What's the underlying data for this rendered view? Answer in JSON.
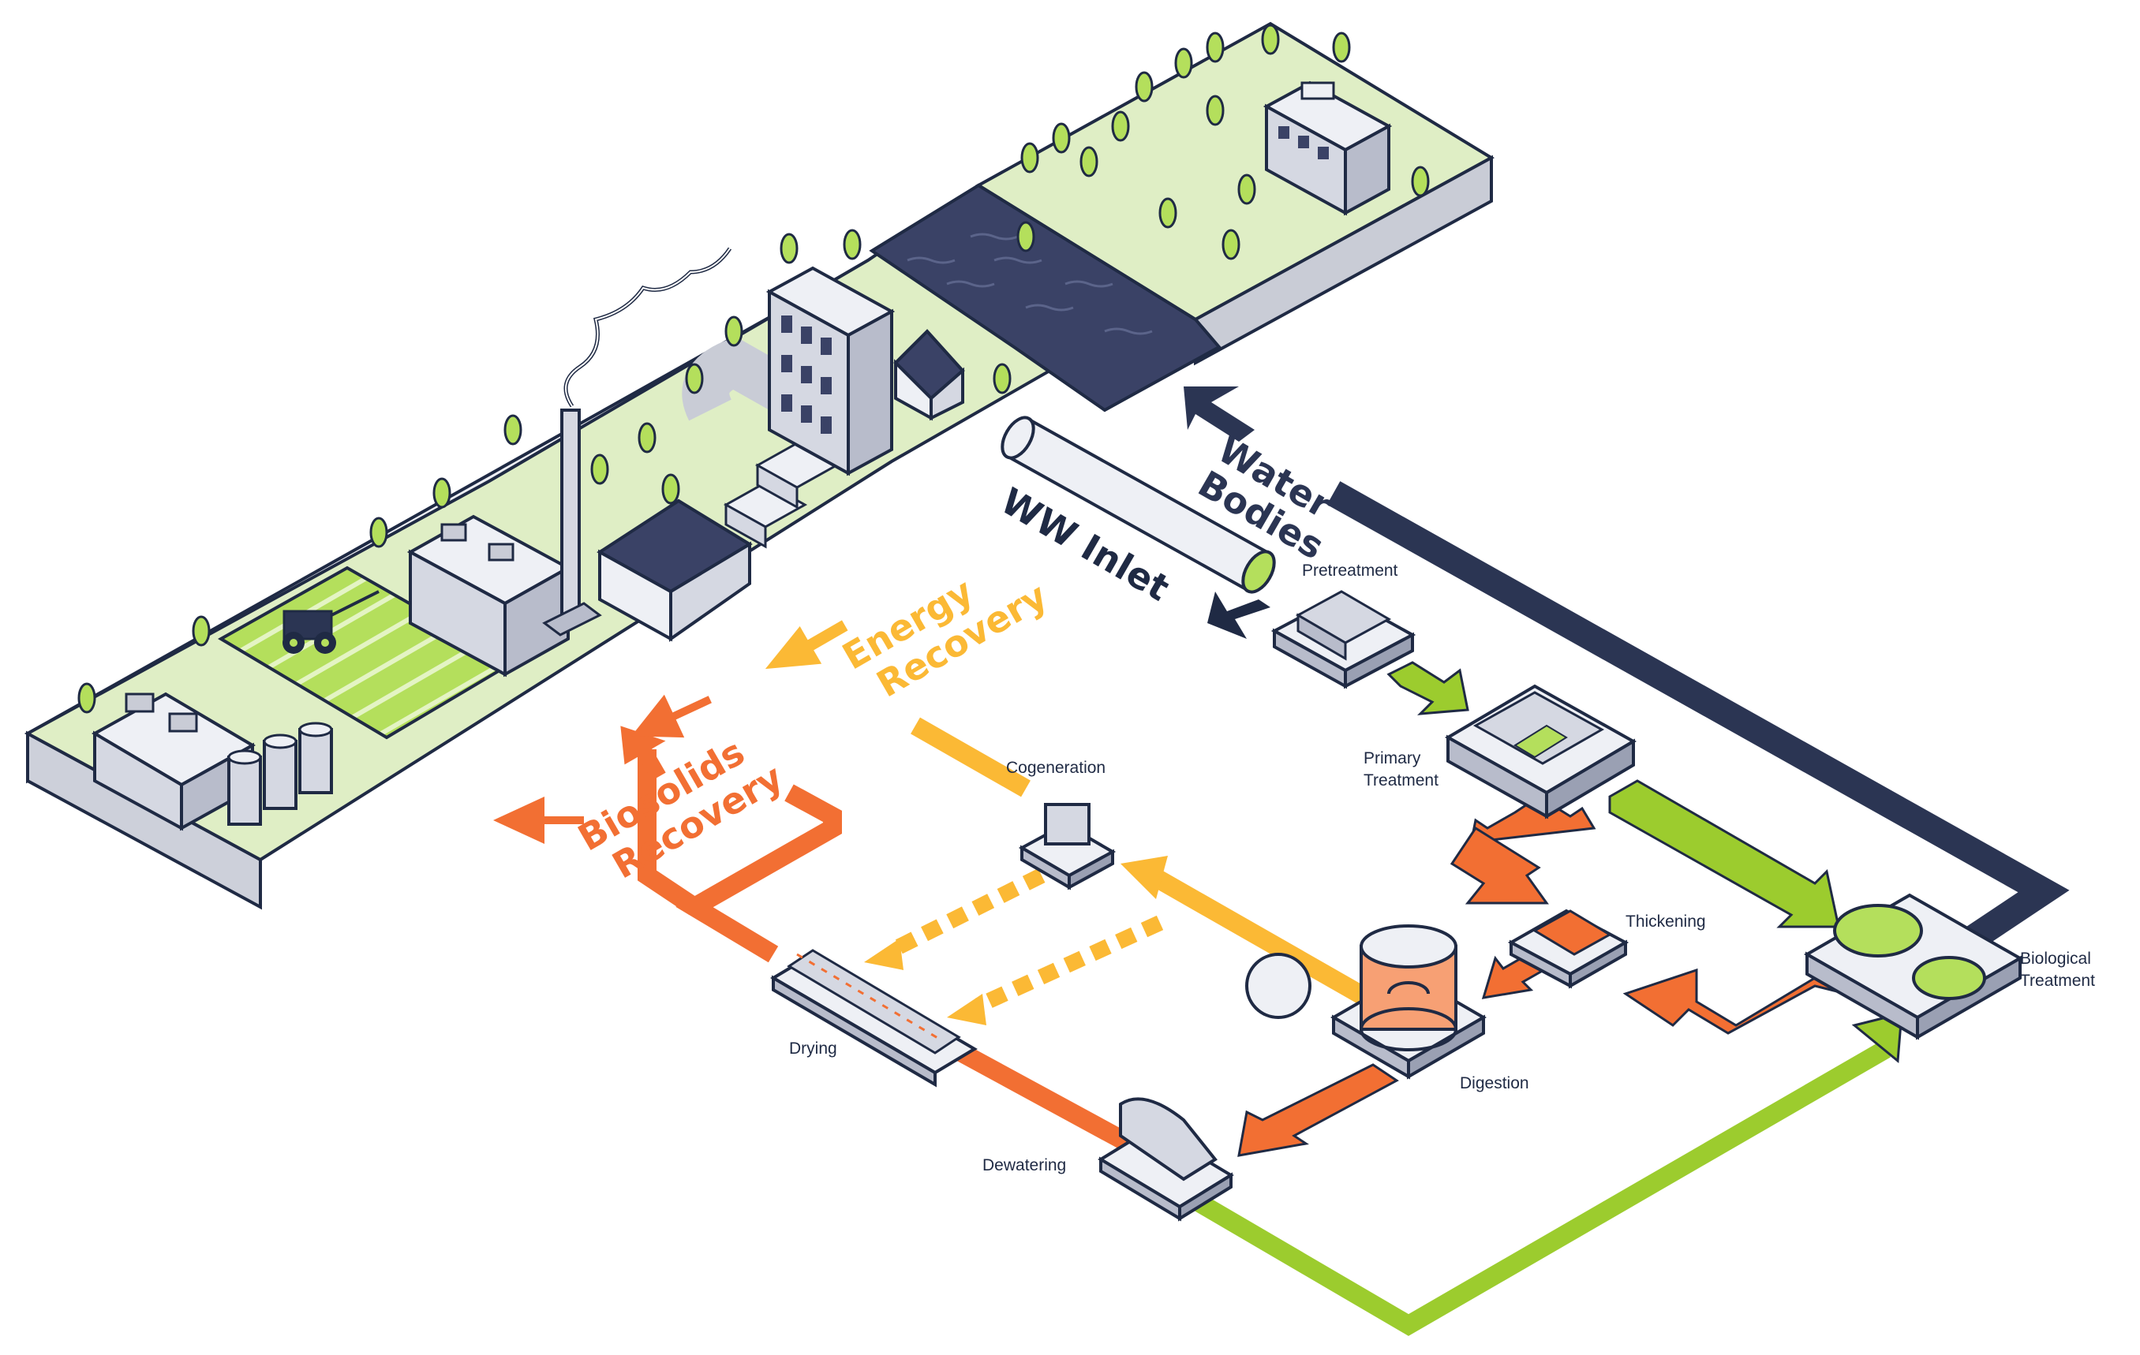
{
  "labels": {
    "water_bodies": [
      "Water",
      "Bodies"
    ],
    "ww_inlet": "WW Inlet",
    "energy_recovery": [
      "Energy",
      "Recovery"
    ],
    "biosolids_recovery": [
      "Biosolids",
      "Recovery"
    ],
    "pretreatment": "Pretreatment",
    "primary_treatment": [
      "Primary",
      "Treatment"
    ],
    "thickening": "Thickening",
    "biological_treatment": [
      "Biological",
      "Treatment"
    ],
    "digestion": "Digestion",
    "cogeneration": "Cogeneration",
    "drying": "Drying",
    "dewatering": "Dewatering"
  },
  "colors": {
    "navy": "#2b3553",
    "outline": "#1f2a44",
    "orange": "#f26f33",
    "yellow": "#fbb935",
    "green": "#9ccc2e",
    "land": "#dfeec5",
    "side": "#c9ccd6",
    "water": "#3a4266"
  }
}
